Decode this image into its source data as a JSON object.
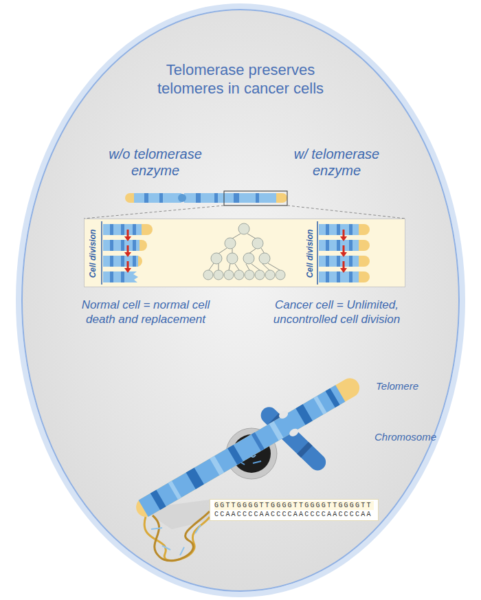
{
  "diagram": {
    "title": "Telomerase preserves telomeres in cancer cells",
    "nodes": [
      {
        "text": [
          "Cell division",
          "Cell division"
        ]
      },
      {
        "text": [
          "GGTTGGGGTTGGGGTTGGGGTTGGGGTT",
          "CCAACCCCAACCCCAACCCCAACCCCAA"
        ]
      }
    ],
    "labels": [
      "w/o telomerase enzyme",
      "w/ telomerase enzyme",
      "Normal cell = normal cell death and replacement",
      "Cancer cell = Unlimited, uncontrolled cell division",
      "Telomere",
      "Chromosome"
    ]
  }
}
